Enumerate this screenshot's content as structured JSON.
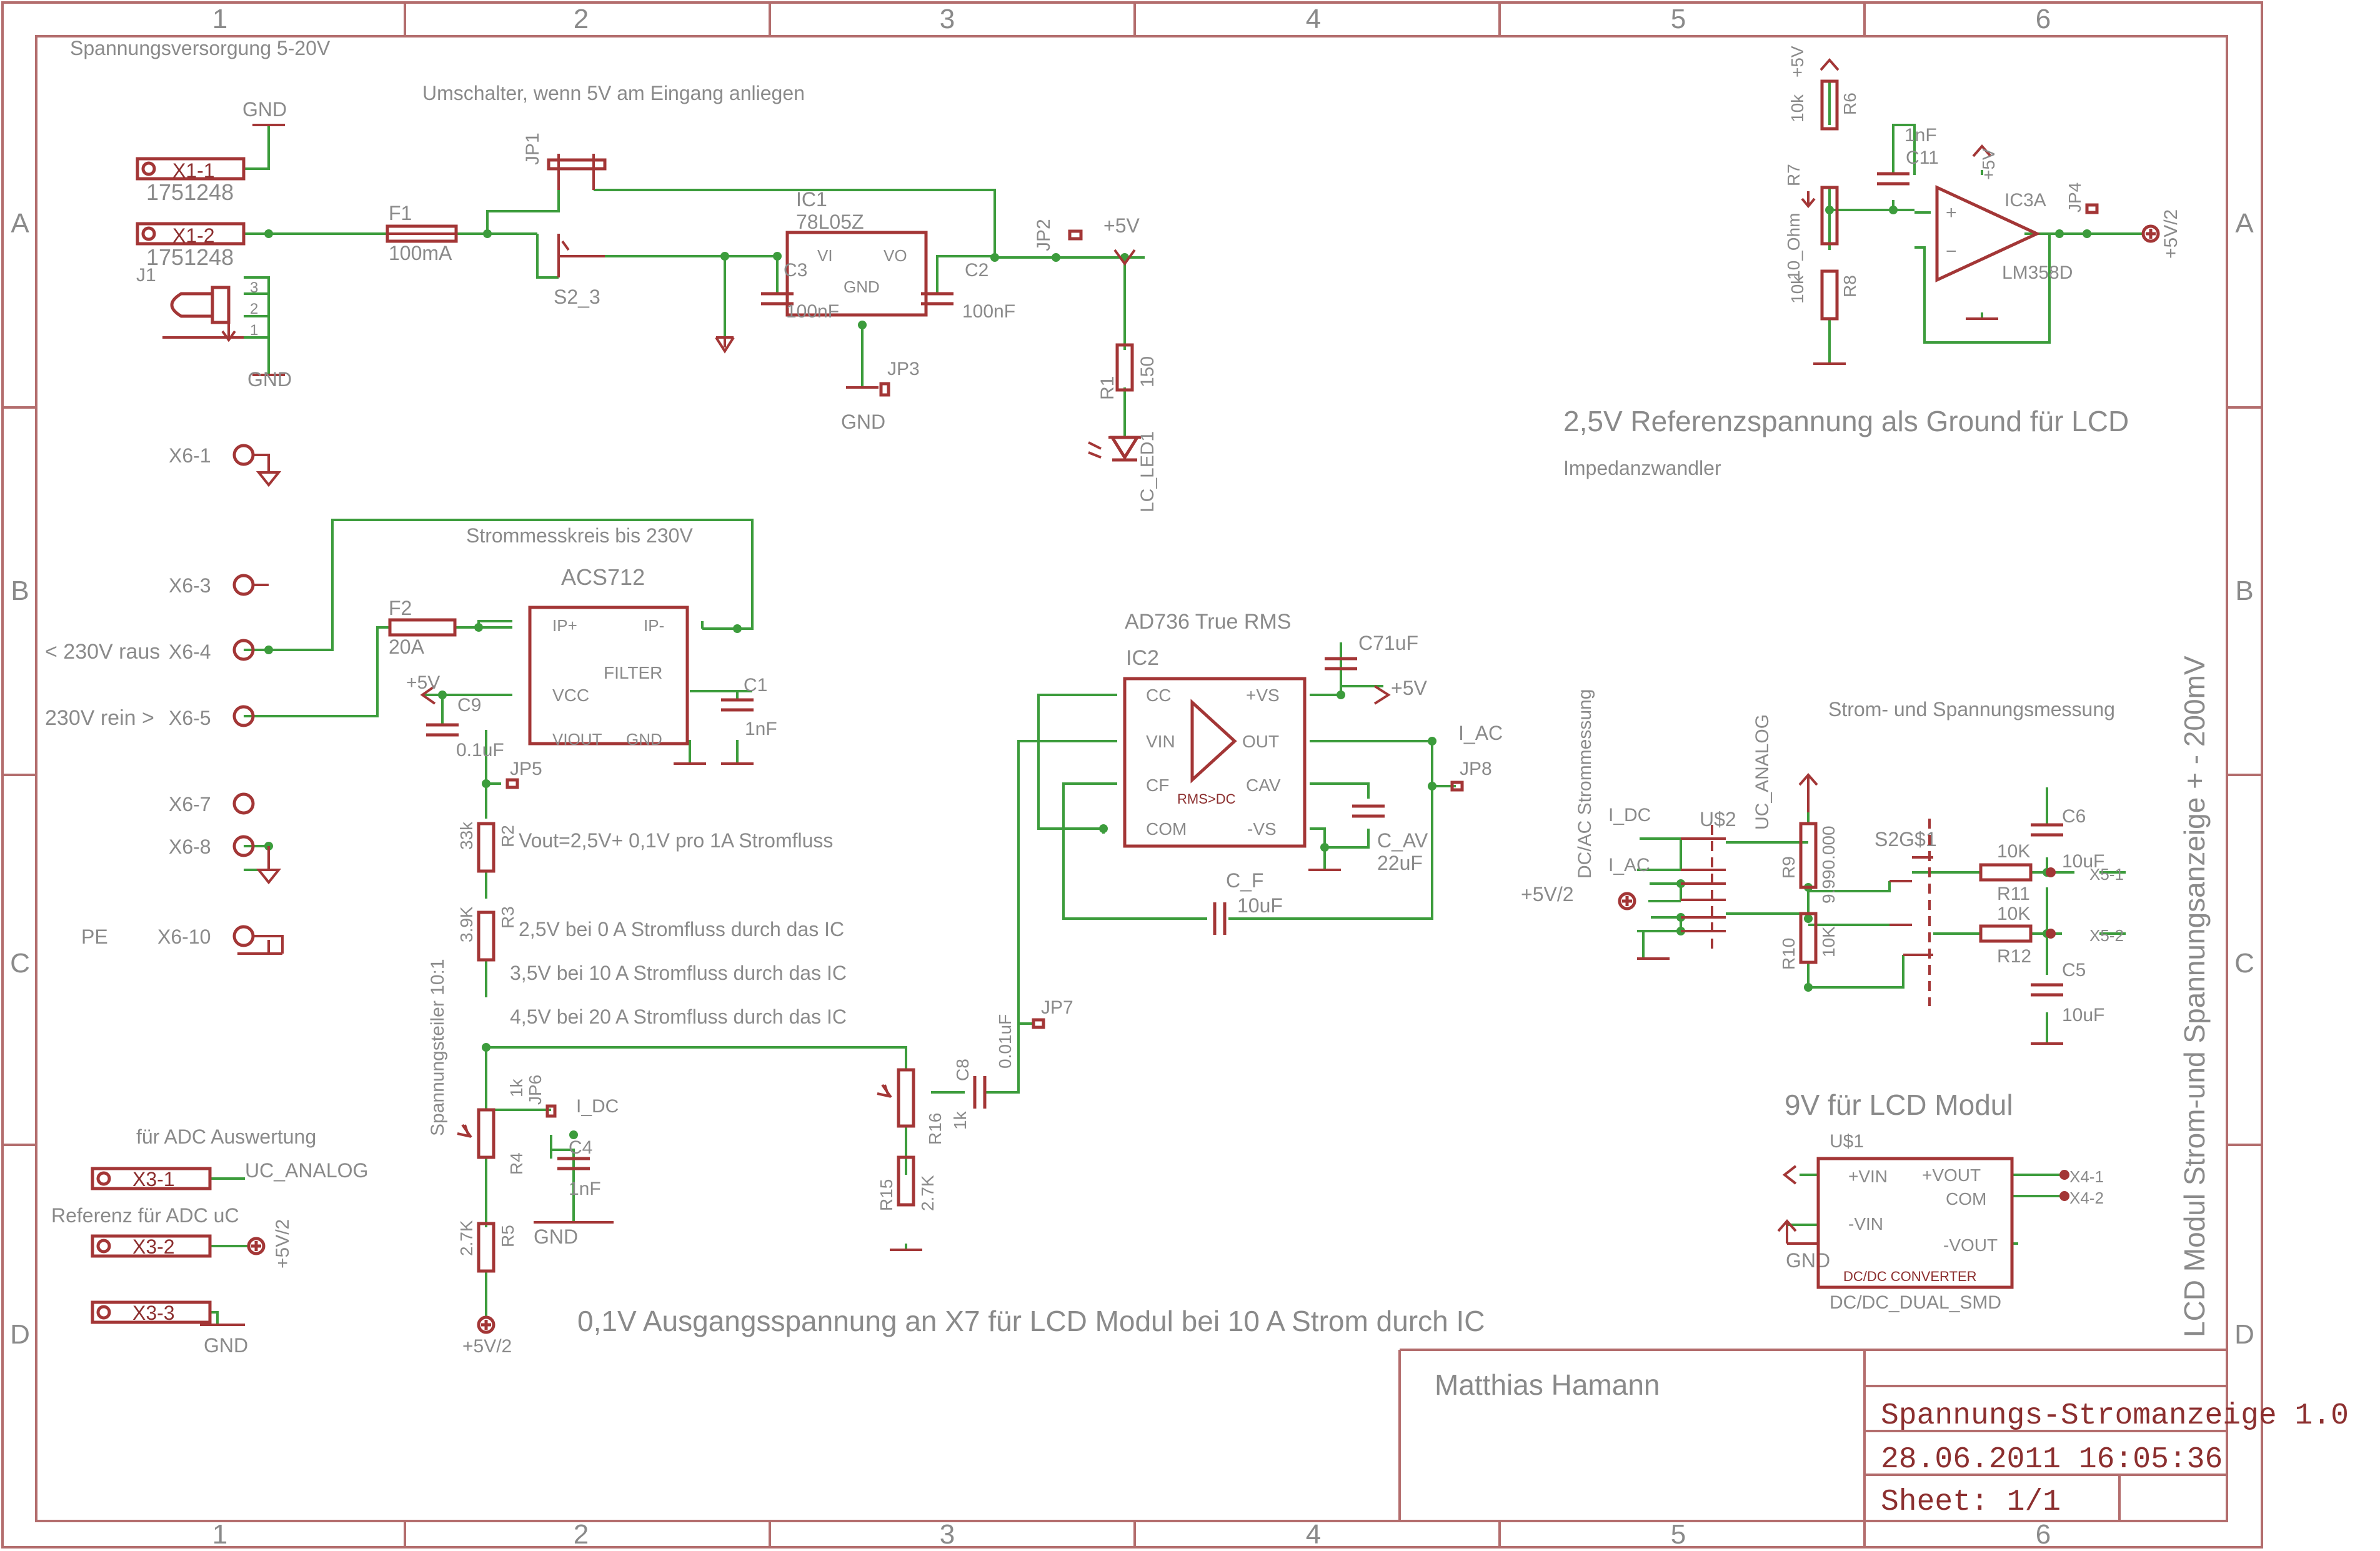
{
  "frame": {
    "columns": [
      "1",
      "2",
      "3",
      "4",
      "5",
      "6"
    ],
    "rows": [
      "A",
      "B",
      "C",
      "D"
    ]
  },
  "title_block": {
    "author": "Matthias Hamann",
    "title": "Spannungs-Stromanzeige 1.0",
    "date": "28.06.2011 16:05:36",
    "sheet": "Sheet: 1/1"
  },
  "side_title": "LCD Modul Strom-und Spannungsanzeige  + - 200mV",
  "annotations": {
    "supply": "Spannungsversorgung 5-20V",
    "switch": "Umschalter, wenn 5V am Eingang anliegen",
    "current_loop": "Strommesskreis bis 230V",
    "vout_formula": "Vout=2,5V+ 0,1V pro 1A Stromfluss",
    "v_0a": "2,5V bei 0 A Stromfluss durch das IC",
    "v_10a": "3,5V bei 10 A Stromfluss durch das IC",
    "v_20a": "4,5V bei 20 A Stromfluss durch das IC",
    "divider": "Spannungsteiler 10:1",
    "adc_eval": "für ADC Auswertung",
    "adc_ref": "Referenz für ADC uC",
    "output_note": "0,1V Ausgangsspannung an X7 für LCD Modul bei 10 A Strom durch IC",
    "ref_title": "2,5V Referenzspannung als Ground für LCD",
    "impedance": "Impedanzwandler",
    "measure": "Strom- und Spannungsmessung",
    "dcac": "DC/AC Strommessung",
    "lcd9v": "9V für LCD Modul",
    "rms": "AD736 True RMS",
    "raus": "< 230V raus",
    "rein": "230V rein >"
  },
  "labels": {
    "x1_1": "X1-1",
    "x1_2": "X1-2",
    "p1751248": "1751248",
    "j1": "J1",
    "gnd": "GND",
    "f1": "F1",
    "f1v": "100mA",
    "jp1": "JP1",
    "s2_3": "S2_3",
    "ic1": "IC1",
    "ic1v": "78L05Z",
    "vi": "VI",
    "vo": "VO",
    "c3": "C3",
    "c2": "C2",
    "v100nf": "100nF",
    "jp2": "JP2",
    "p5v": "+5V",
    "jp3": "JP3",
    "r1": "R1",
    "r1v": "150",
    "led": "LC_LED1",
    "x6_1": "X6-1",
    "x6_3": "X6-3",
    "x6_4": "X6-4",
    "x6_5": "X6-5",
    "x6_7": "X6-7",
    "x6_8": "X6-8",
    "x6_10": "X6-10",
    "pe": "PE",
    "f2": "F2",
    "f2v": "20A",
    "acs": "ACS712",
    "ipp": "IP+",
    "ipm": "IP-",
    "filter": "FILTER",
    "vcc": "VCC",
    "viout": "VIOUT",
    "c1": "C1",
    "c1v": "1nF",
    "c9": "C9",
    "c9v": "0.1uF",
    "jp5": "JP5",
    "r2": "R2",
    "r2v": "33k",
    "r3": "R3",
    "r3v": "3.9K",
    "r4": "R4",
    "r4v": "1k",
    "jp6": "JP6",
    "idc": "I_DC",
    "c4": "C4",
    "c4v": "1nF",
    "r5": "R5",
    "r5v": "2.7K",
    "p5v2": "+5V/2",
    "x3_1": "X3-1",
    "x3_2": "X3-2",
    "x3_3": "X3-3",
    "ucanalog": "UC_ANALOG",
    "ic2": "IC2",
    "cc": "CC",
    "vin": "VIN",
    "cf": "CF",
    "com": "COM",
    "pvs": "+VS",
    "out": "OUT",
    "cav": "CAV",
    "mvs": "-VS",
    "rmsdc": "RMS>DC",
    "c7": "C71uF",
    "iac": "I_AC",
    "jp8": "JP8",
    "cav_name": "C_AV",
    "cav_val": "22uF",
    "cf_name": "C_F",
    "cf_val": "10uF",
    "jp7": "JP7",
    "c8": "C8",
    "c8v": "0.01uF",
    "r16": "R16",
    "r16v": "1k",
    "r15": "R15",
    "r15v": "2.7K",
    "r6": "R6",
    "r6v": "10k",
    "r7": "R7",
    "r7v": "10_Ohm",
    "r8": "R8",
    "r8v": "10k",
    "c11": "C11",
    "c11v": "1nF",
    "ic3a": "IC3A",
    "lm358": "LM358D",
    "jp4": "JP4",
    "us2": "U$2",
    "s2g1": "S2G$1",
    "r9": "R9",
    "r9v": "9.990.000",
    "r10": "R10",
    "r10v": "10K",
    "r11": "R11",
    "r11v": "10K",
    "r12": "R12",
    "r12v": "10K",
    "c6": "C6",
    "c5": "C5",
    "c56v": "10uF",
    "x5_1": "X5-1",
    "x5_2": "X5-2",
    "us1": "U$1",
    "pvin": "+VIN",
    "mvin": "-VIN",
    "pvout": "+VOUT",
    "com1": "COM",
    "mvout": "-VOUT",
    "dcdc": "DC/DC CONVERTER",
    "dcdcv": "DC/DC_DUAL_SMD",
    "x4_1": "X4-1",
    "x4_2": "X4-2"
  }
}
